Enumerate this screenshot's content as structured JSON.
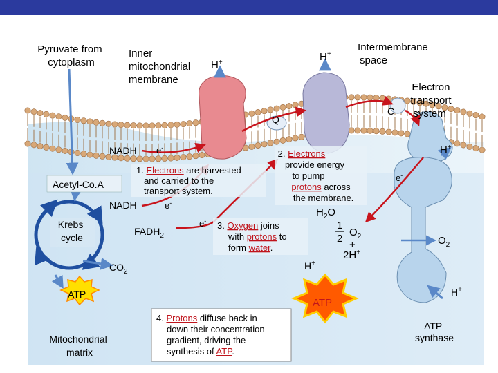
{
  "labels": {
    "pyruvate_l1": "Pyruvate from",
    "pyruvate_l2": "cytoplasm",
    "inner_l1": "Inner",
    "inner_l2": "mitochondrial",
    "inner_l3": "membrane",
    "h_plus": "H",
    "plus": "+",
    "intermembrane_l1": "Intermembrane",
    "intermembrane_l2": "space",
    "etc_l1": "Electron",
    "etc_l2": "transport",
    "etc_l3": "system",
    "c": "C",
    "q": "Q",
    "nadh": "NADH",
    "acetyl": "Acetyl-Co.A",
    "krebs_l1": "Krebs",
    "krebs_l2": "cycle",
    "fadh": "FADH",
    "sub2": "2",
    "co2": "CO",
    "e": "e",
    "minus": "-",
    "atp": "ATP",
    "matrix_l1": "Mitochondrial",
    "matrix_l2": "matrix",
    "atp_synthase_l1": "ATP",
    "atp_synthase_l2": "synthase",
    "h2o_h": "H",
    "h2o_o": "O",
    "half": "1",
    "half_den": "2",
    "o": "O",
    "plus_sign": "+",
    "two_h": "2H",
    "o2": "O"
  },
  "steps": {
    "s1_l1_pre": "1. ",
    "s1_l1_u": "Electrons",
    "s1_l1_post": " are harvested",
    "s1_l2": "and carried to the",
    "s1_l3": "transport system.",
    "s2_l1_pre": "2. ",
    "s2_l1_u": "Electrons",
    "s2_l2": "provide energy",
    "s2_l3": "to pump",
    "s2_l4_u": "protons",
    "s2_l4_post": " across",
    "s2_l5": "the membrane.",
    "s3_l1_pre": "3. ",
    "s3_l1_u": "Oxygen",
    "s3_l1_post": " joins",
    "s3_l2_pre": "with ",
    "s3_l2_u": "protons",
    "s3_l2_post": " to",
    "s3_l3_pre": "form ",
    "s3_l3_u": "water",
    "s3_l3_post": ".",
    "s4_l1_pre": "4. ",
    "s4_l1_u": "Protons",
    "s4_l1_post": " diffuse back in",
    "s4_l2": "down their concentration",
    "s4_l3": "gradient, driving the",
    "s4_l4_pre": "synthesis of ",
    "s4_l4_u": "ATP",
    "s4_l4_post": "."
  },
  "colors": {
    "header_bar": "#2b3a9e",
    "membrane_head": "#d8a878",
    "protein_pink": "#e88a90",
    "protein_lavender": "#b8b8d8",
    "protein_blue": "#b8d4ec",
    "arrow_red": "#c8141c",
    "arrow_blue": "#5a88c8",
    "krebs_blue": "#1f4fa0",
    "atp_burst": "#ff5a00",
    "highlight_red": "#c0141c"
  }
}
